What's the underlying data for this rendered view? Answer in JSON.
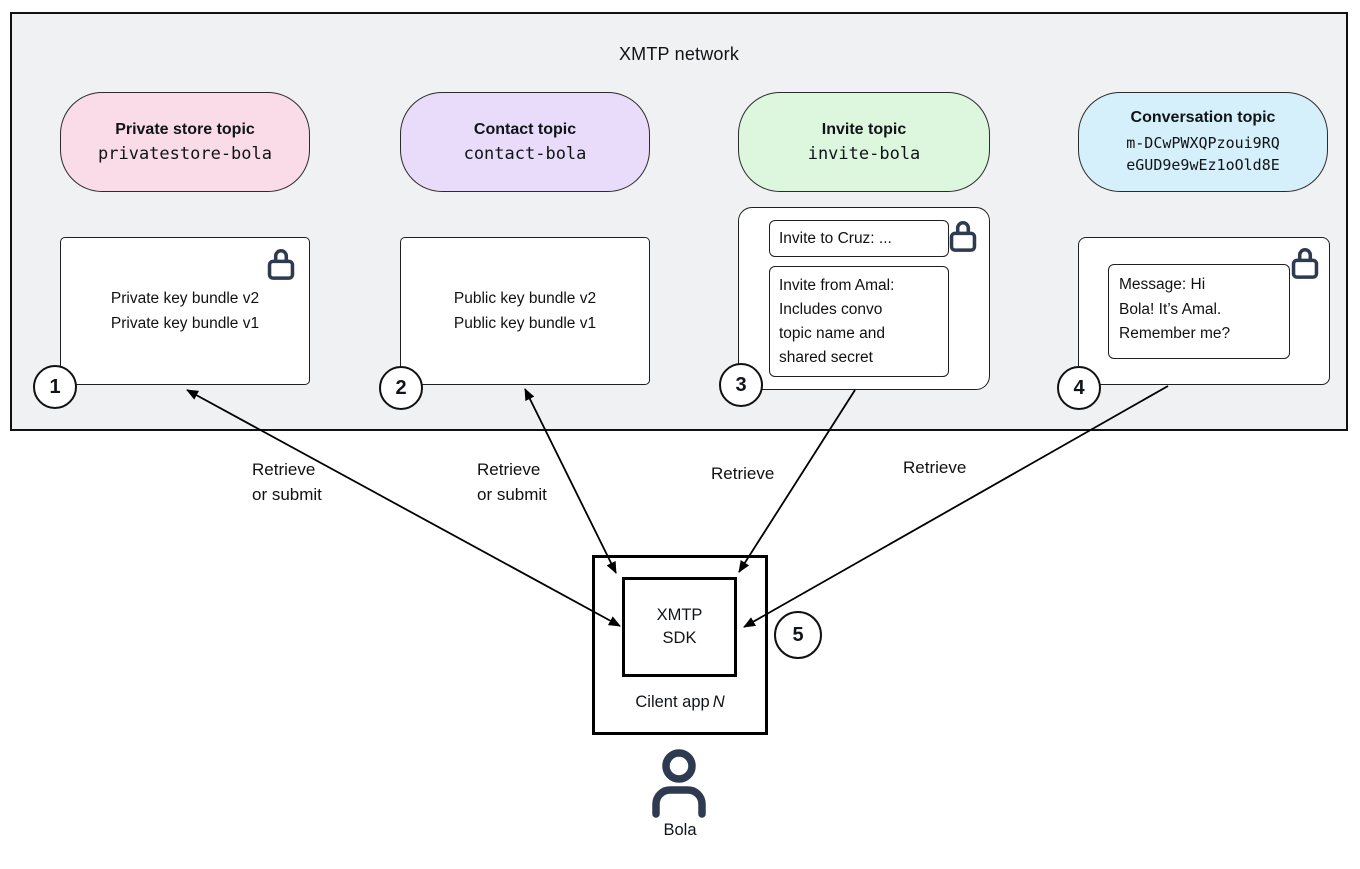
{
  "network": {
    "title": "XMTP network",
    "topics": [
      {
        "title": "Private store topic",
        "topic_name": "privatestore-bola",
        "fill": "#fadbe8"
      },
      {
        "title": "Contact topic",
        "topic_name": "contact-bola",
        "fill": "#e9dcfb"
      },
      {
        "title": "Invite topic",
        "topic_name": "invite-bola",
        "fill": "#dcf7de"
      },
      {
        "title": "Conversation topic",
        "topic_name_lines": [
          "m-DCwPWXQPzoui9RQ",
          "eGUD9e9wEz1oOld8E"
        ],
        "fill": "#d5f0fa"
      }
    ]
  },
  "storage": {
    "private_store": {
      "number": "1",
      "locked": true,
      "lines": [
        "Private key bundle v2",
        "Private key bundle v1"
      ]
    },
    "contact": {
      "number": "2",
      "locked": false,
      "lines": [
        "Public key bundle v2",
        "Public key bundle v1"
      ]
    },
    "invite": {
      "number": "3",
      "locked": true,
      "outgoing": "Invite to Cruz: ...",
      "incoming_lines": [
        "Invite from Amal:",
        "Includes convo",
        "topic name and",
        "shared secret"
      ]
    },
    "conversation": {
      "number": "4",
      "locked": true,
      "message_lines": [
        "Message: Hi",
        "Bola! It’s Amal.",
        "Remember me?"
      ]
    }
  },
  "edges": {
    "private_store_label_lines": [
      "Retrieve",
      "or submit"
    ],
    "contact_label_lines": [
      "Retrieve",
      "or submit"
    ],
    "invite_label": "Retrieve",
    "conversation_label": "Retrieve"
  },
  "client_app": {
    "sdk_lines": [
      "XMTP",
      "SDK"
    ],
    "app_label": "Cilent app",
    "app_label_emphasis": "N",
    "step_badge": "5"
  },
  "user": {
    "name": "Bola"
  },
  "icons": {
    "lock": "lock-icon",
    "person": "person-icon"
  },
  "colors": {
    "network_bg": "#f0f1f2",
    "line": "#000000",
    "icon_stroke": "#2e3a50"
  }
}
